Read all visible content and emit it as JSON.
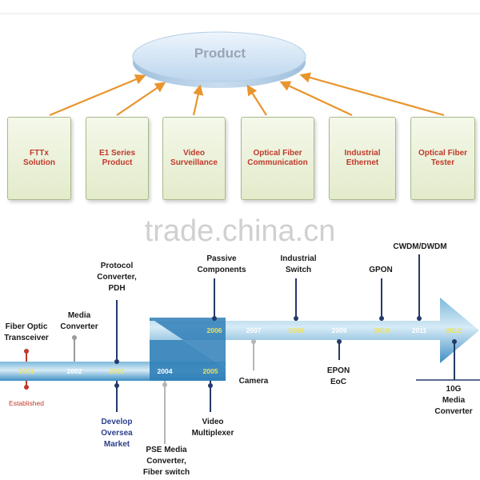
{
  "product": {
    "title": "Product"
  },
  "categories": [
    {
      "label": "FTTx\nSolution"
    },
    {
      "label": "E1 Series\nProduct"
    },
    {
      "label": "Video\nSurveillance"
    },
    {
      "label": "Optical Fiber\nCommunication"
    },
    {
      "label": "Industrial\nEthernet"
    },
    {
      "label": "Optical Fiber\nTester"
    }
  ],
  "watermark": "trade.china.cn",
  "timeline": {
    "years_lower": [
      "2001",
      "2002",
      "2003",
      "2004",
      "2005"
    ],
    "years_upper": [
      "2006",
      "2007",
      "2008",
      "2009",
      "2010",
      "2011",
      "2012"
    ],
    "events_above": [
      {
        "text": "Fiber Optic\nTransceiver"
      },
      {
        "text": "Media\nConverter"
      },
      {
        "text": "Protocol\nConverter,\nPDH"
      },
      {
        "text": "Passive\nComponents"
      },
      {
        "text": "Industrial\nSwitch"
      },
      {
        "text": "GPON"
      },
      {
        "text": "CWDM/DWDM"
      }
    ],
    "events_below": [
      {
        "text": "Established"
      },
      {
        "text": "Develop\nOversea\nMarket"
      },
      {
        "text": "PSE Media\nConverter,\nFiber switch"
      },
      {
        "text": "Video\nMultiplexer"
      },
      {
        "text": "Camera"
      },
      {
        "text": "EPON\nEoC"
      },
      {
        "text": "10G Media\nConverter"
      }
    ]
  },
  "colors": {
    "accent_year": "#f1e35a",
    "box_text": "#c0392b",
    "arrow_orange": "#e8952e",
    "band_dark": "#3f8fc4",
    "band_light": "#cfe6f3",
    "pin_navy": "#243a6b",
    "pin_red": "#c0392b",
    "pin_gray": "#9a9a9a"
  }
}
